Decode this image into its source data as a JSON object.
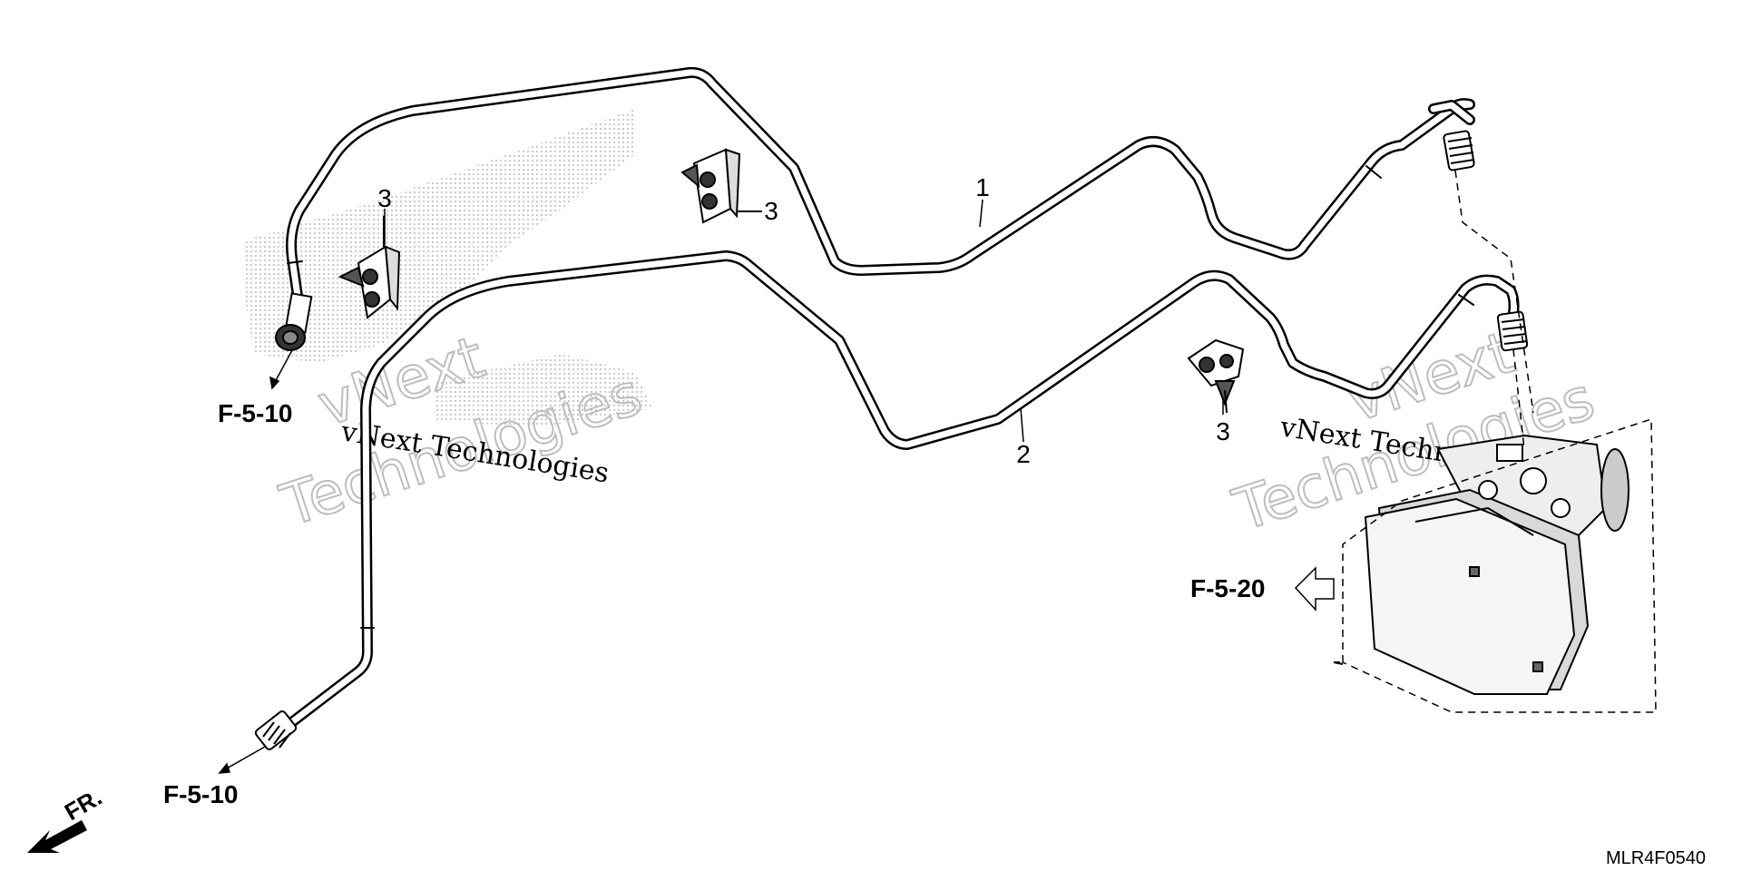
{
  "parts": {
    "pipe_1_number": "1",
    "pipe_2_number": "2",
    "clip_number": "3"
  },
  "references": {
    "upper_left": "F-5-10",
    "lower_left": "F-5-10",
    "modulator": "F-5-20"
  },
  "front_indicator": "FR.",
  "drawing_code": "MLR4F0540",
  "watermark": {
    "line": "vNext Technologies",
    "big_1": "vNext",
    "big_2": "Technologies"
  },
  "colors": {
    "line": "#000000",
    "dots": "#9a9a9a",
    "watermark_outline": "#bdbdbd"
  }
}
